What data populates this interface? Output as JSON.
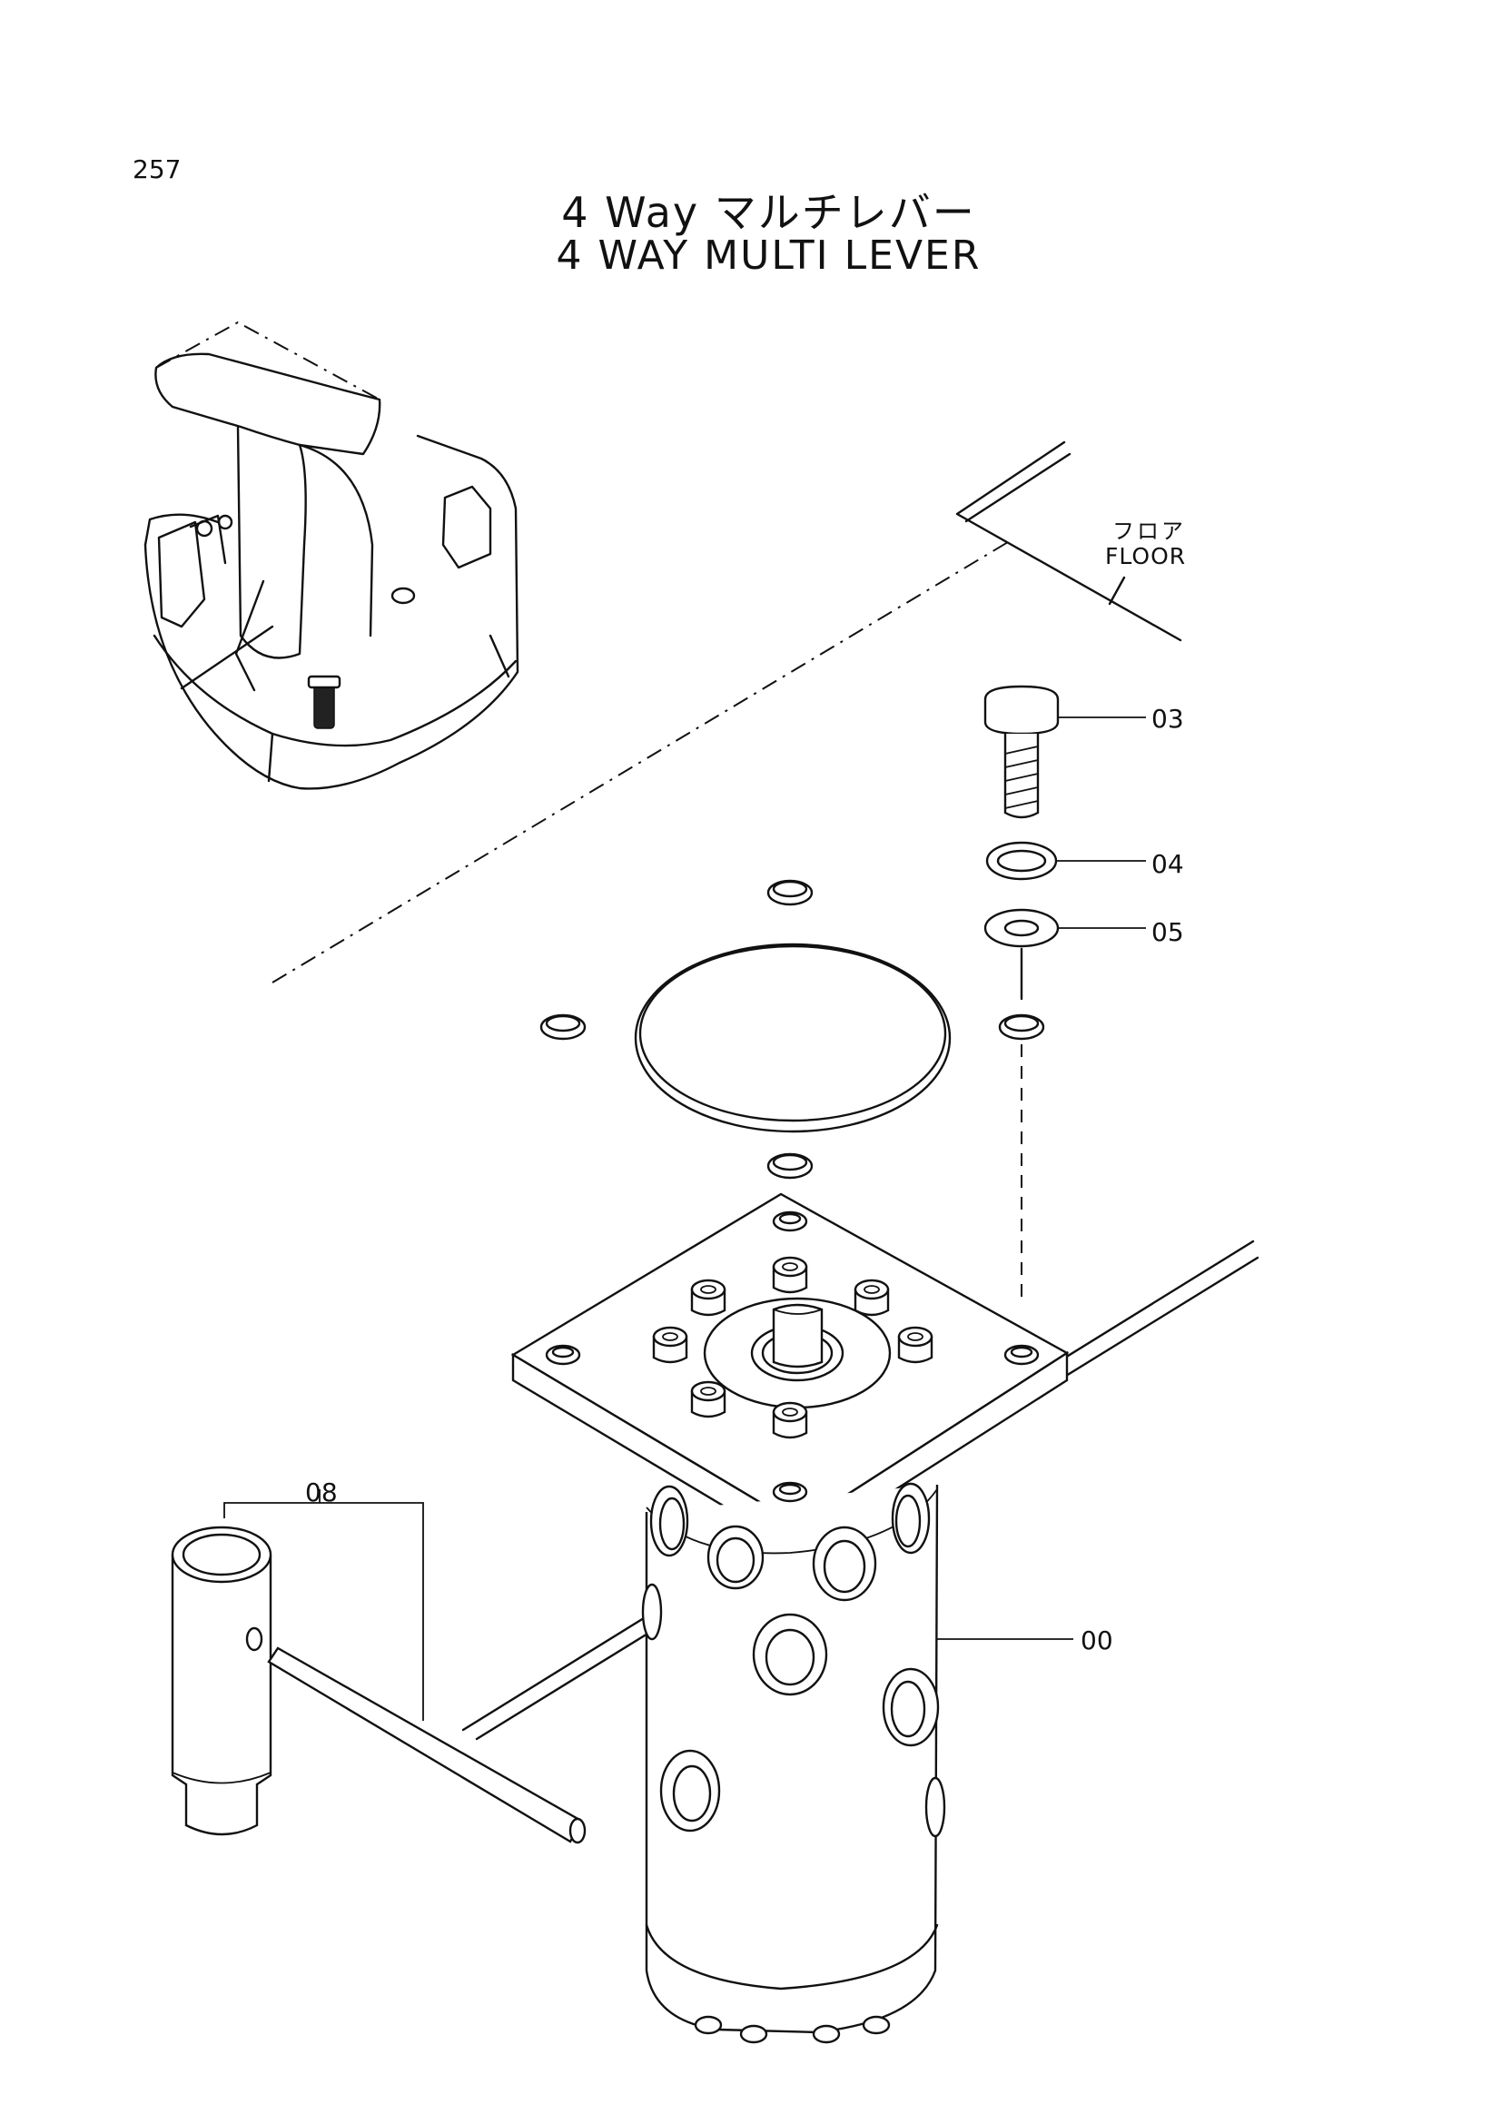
{
  "page": {
    "number": "257"
  },
  "title": {
    "japanese": "4 Way マルチレバー",
    "english": "4 WAY MULTI LEVER"
  },
  "labels": {
    "floor_ja": "フロア",
    "floor_en": "FLOOR"
  },
  "parts": [
    {
      "ref": "03"
    },
    {
      "ref": "04"
    },
    {
      "ref": "05"
    },
    {
      "ref": "08"
    },
    {
      "ref": "00"
    }
  ]
}
